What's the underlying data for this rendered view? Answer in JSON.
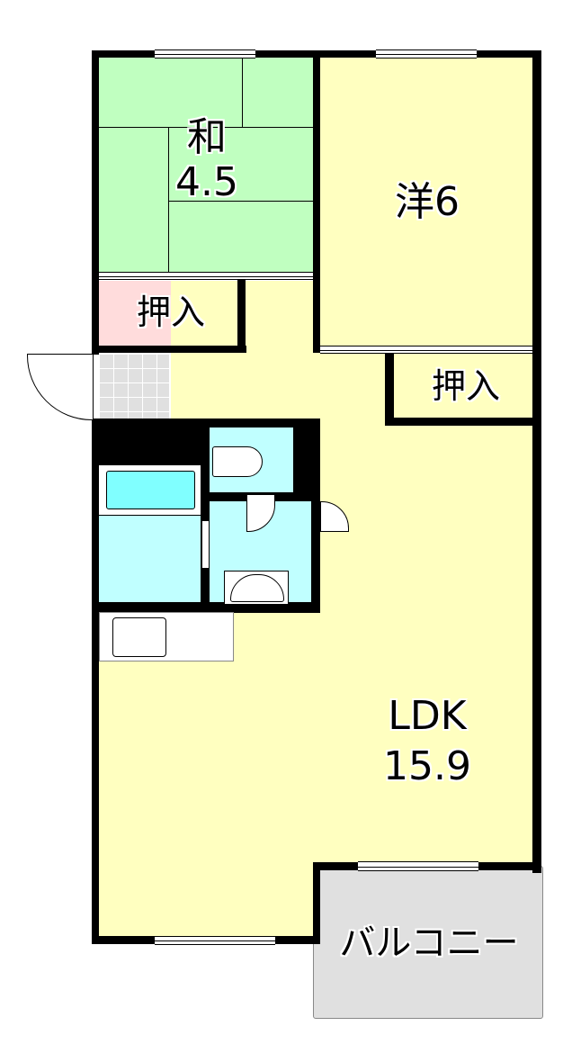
{
  "floorplan": {
    "rooms": {
      "washitsu": {
        "label": "和",
        "size": "4.5",
        "color": "#c0ffc0"
      },
      "youshitsu": {
        "label": "洋6",
        "color": "#ffffc0"
      },
      "oshiire_left": {
        "label": "押入",
        "color": "#ffdcdc"
      },
      "oshiire_right": {
        "label": "押入",
        "color": "#ffdcdc"
      },
      "ldk": {
        "label": "LDK",
        "size": "15.9",
        "color": "#ffffc0"
      },
      "balcony": {
        "label": "バルコニー",
        "color": "#e0e0e0"
      },
      "bath": {
        "color": "#c0ffff",
        "tub_color": "#80ffff"
      },
      "toilet": {
        "color": "#c0ffff"
      },
      "washroom": {
        "color": "#c0ffff"
      },
      "entrance": {
        "color": "#e0e0e0"
      }
    },
    "colors": {
      "wall": "#000000",
      "background": "#ffffff"
    }
  }
}
